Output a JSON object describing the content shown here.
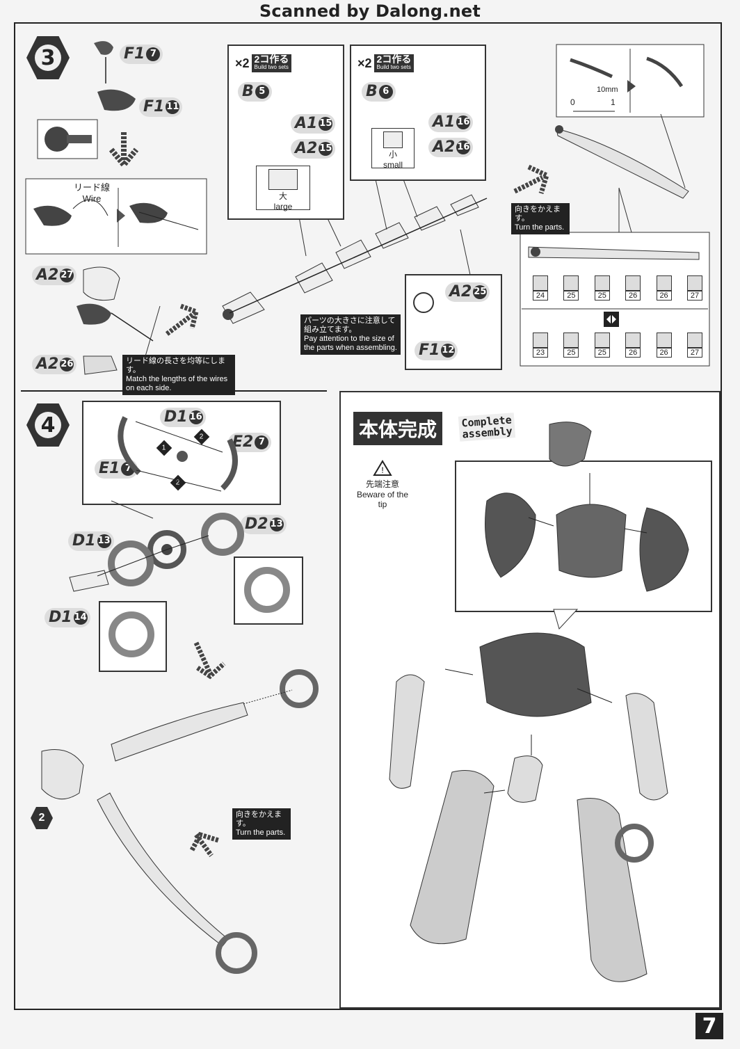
{
  "header": {
    "source": "Scanned by Dalong.net"
  },
  "step3": {
    "number": "3",
    "parts": {
      "f1_7": {
        "code": "F1",
        "num": "7"
      },
      "f1_11": {
        "code": "F1",
        "num": "11"
      },
      "a2_27": {
        "code": "A2",
        "num": "27"
      },
      "a2_26": {
        "code": "A2",
        "num": "26"
      },
      "b5": {
        "code": "B",
        "num": "5"
      },
      "a1_15": {
        "code": "A1",
        "num": "15"
      },
      "a2_15": {
        "code": "A2",
        "num": "15"
      },
      "b6": {
        "code": "B",
        "num": "6"
      },
      "a1_16": {
        "code": "A1",
        "num": "16"
      },
      "a2_16": {
        "code": "A2",
        "num": "16"
      },
      "a2_25": {
        "code": "A2",
        "num": "25"
      },
      "f1_12": {
        "code": "F1",
        "num": "12"
      }
    },
    "wire_jp": "リード線",
    "wire_en": "Wire",
    "build_times": "×2",
    "build_jp": "2コ作る",
    "build_en": "Build two sets",
    "large_jp": "大",
    "large_en": "large",
    "small_jp": "小",
    "small_en": "small",
    "wire_length_jp": "リード線の長さを均等にします。",
    "wire_length_en": "Match the lengths of the wires on each side.",
    "parts_size_jp": "パーツの大きさに注意して組み立てます。",
    "parts_size_en": "Pay attention to the size of the parts when assembling.",
    "turn_jp": "向きをかえます。",
    "turn_en": "Turn the parts.",
    "ruler_measure": "10mm",
    "ruler_zero": "0",
    "ruler_one": "1",
    "order_top": [
      "24",
      "25",
      "25",
      "26",
      "26",
      "27"
    ],
    "order_bottom": [
      "23",
      "25",
      "25",
      "26",
      "26",
      "27"
    ]
  },
  "step4": {
    "number": "4",
    "parts": {
      "d1_16": {
        "code": "D1",
        "num": "16"
      },
      "e2_7": {
        "code": "E2",
        "num": "7"
      },
      "e1_7": {
        "code": "E1",
        "num": "7"
      },
      "d1_13": {
        "code": "D1",
        "num": "13"
      },
      "d2_13": {
        "code": "D2",
        "num": "13"
      },
      "d1_14": {
        "code": "D1",
        "num": "14"
      }
    },
    "order_one": "1",
    "order_two": "2",
    "ref_step": "2",
    "turn_jp": "向きをかえます。",
    "turn_en": "Turn the parts."
  },
  "complete": {
    "title_jp": "本体完成",
    "title_en_1": "Complete",
    "title_en_2": "assembly",
    "warning_jp": "先端注意",
    "warning_en": "Beware of the tip"
  },
  "page_number": "7"
}
